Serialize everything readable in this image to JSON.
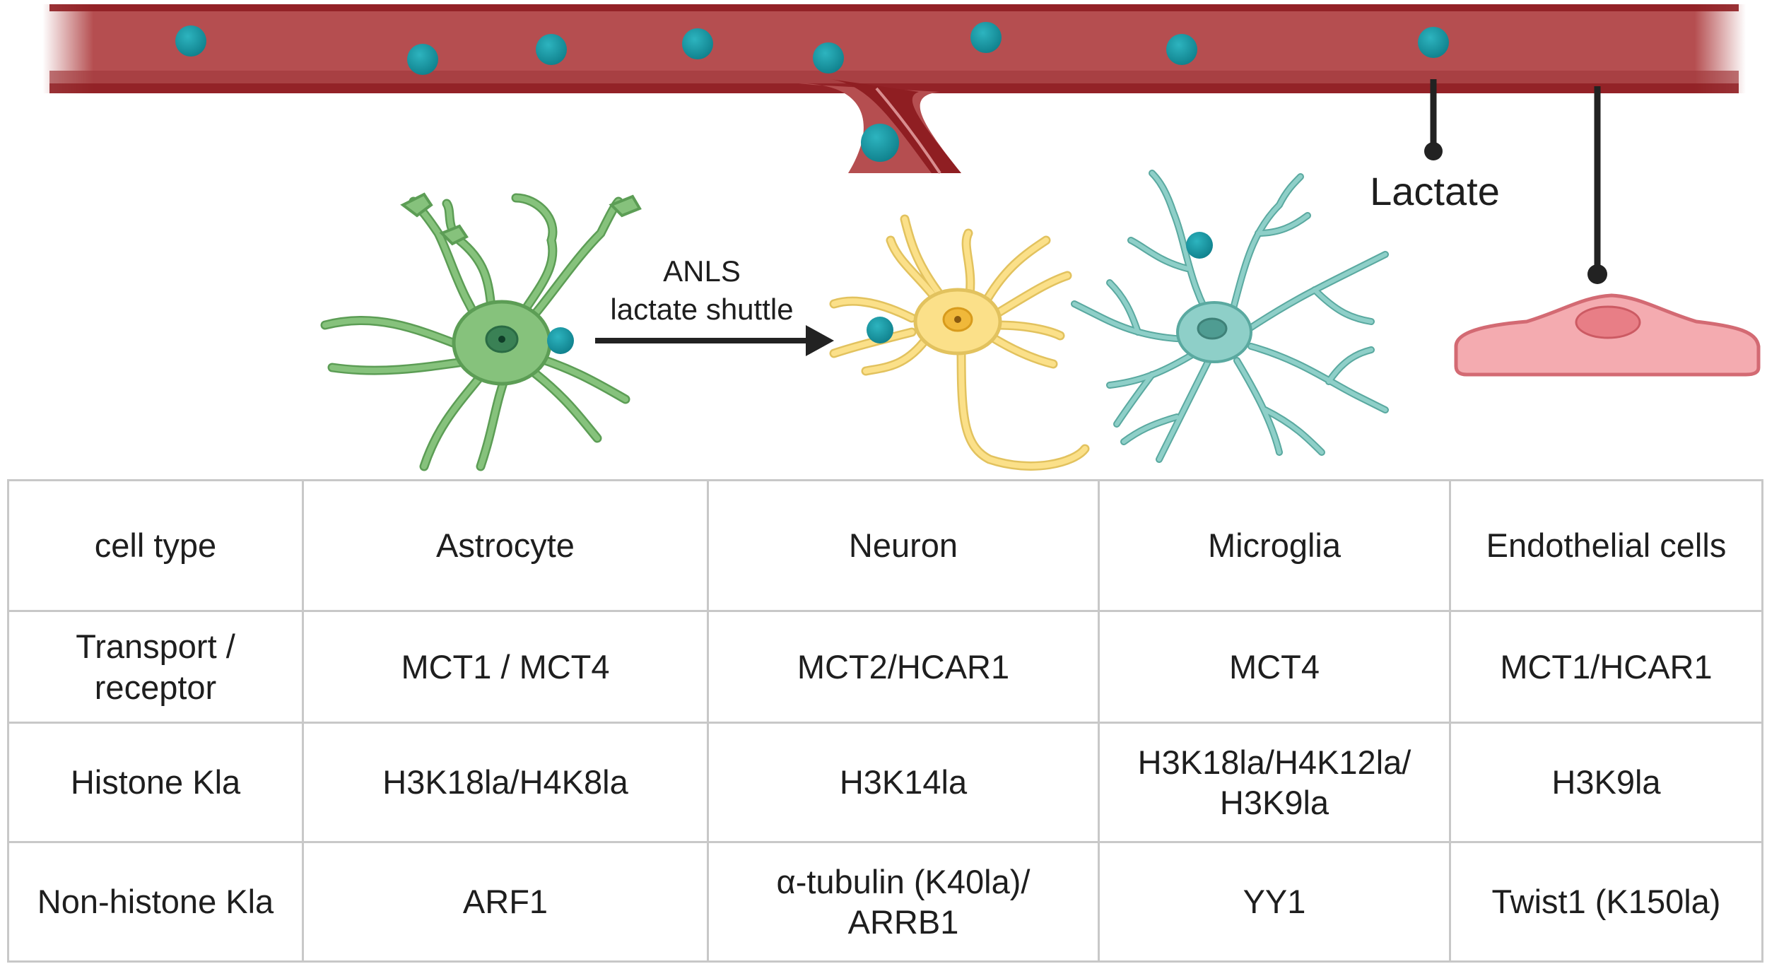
{
  "colors": {
    "vessel": "#b54e50",
    "vessel_dark": "#8f1e22",
    "lactate_dot": "#1898a4",
    "astrocyte": "#86c27c",
    "neuron": "#fbe089",
    "microglia": "#8ecfc8",
    "endothelial": "#f4abb0",
    "table_border": "#c8c8c8"
  },
  "diagram": {
    "lactate_label": "Lactate",
    "shuttle_label_line1": "ANLS",
    "shuttle_label_line2": "lactate  shuttle"
  },
  "table": {
    "rows": [
      {
        "label": [
          "cell type"
        ],
        "cells": [
          [
            "Astrocyte"
          ],
          [
            "Neuron"
          ],
          [
            "Microglia"
          ],
          [
            "Endothelial cells"
          ]
        ]
      },
      {
        "label": [
          "Transport /",
          "receptor"
        ],
        "cells": [
          [
            "MCT1 / MCT4"
          ],
          [
            "MCT2/HCAR1"
          ],
          [
            "MCT4"
          ],
          [
            "MCT1/HCAR1"
          ]
        ]
      },
      {
        "label": [
          "Histone Kla"
        ],
        "cells": [
          [
            "H3K18la/H4K8la"
          ],
          [
            "H3K14la"
          ],
          [
            "H3K18la/H4K12la/",
            "H3K9la"
          ],
          [
            "H3K9la"
          ]
        ]
      },
      {
        "label": [
          "Non-histone Kla"
        ],
        "cells": [
          [
            "ARF1"
          ],
          [
            "α-tubulin (K40la)/",
            "ARRB1"
          ],
          [
            "YY1"
          ],
          [
            "Twist1 (K150la)"
          ]
        ]
      }
    ]
  }
}
